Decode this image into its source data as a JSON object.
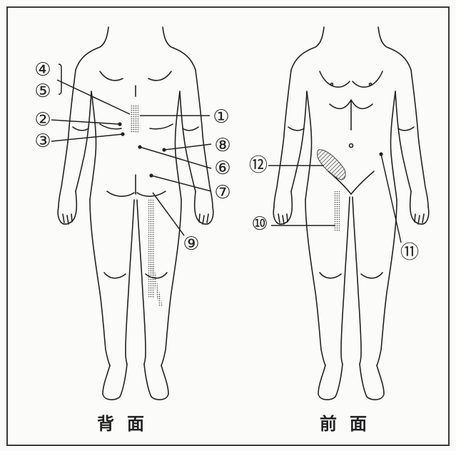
{
  "labels": {
    "back": "背面",
    "front": "前面"
  },
  "markers": {
    "m1": "①",
    "m2": "②",
    "m3": "③",
    "m4": "④",
    "m5": "⑤",
    "m6": "⑥",
    "m7": "⑦",
    "m8": "⑧",
    "m9": "⑨",
    "m10": "⑩",
    "m11": "⑪",
    "m12": "⑫"
  },
  "colors": {
    "line": "#2a2a2a",
    "body": "#222222",
    "hatch": "#666666"
  }
}
